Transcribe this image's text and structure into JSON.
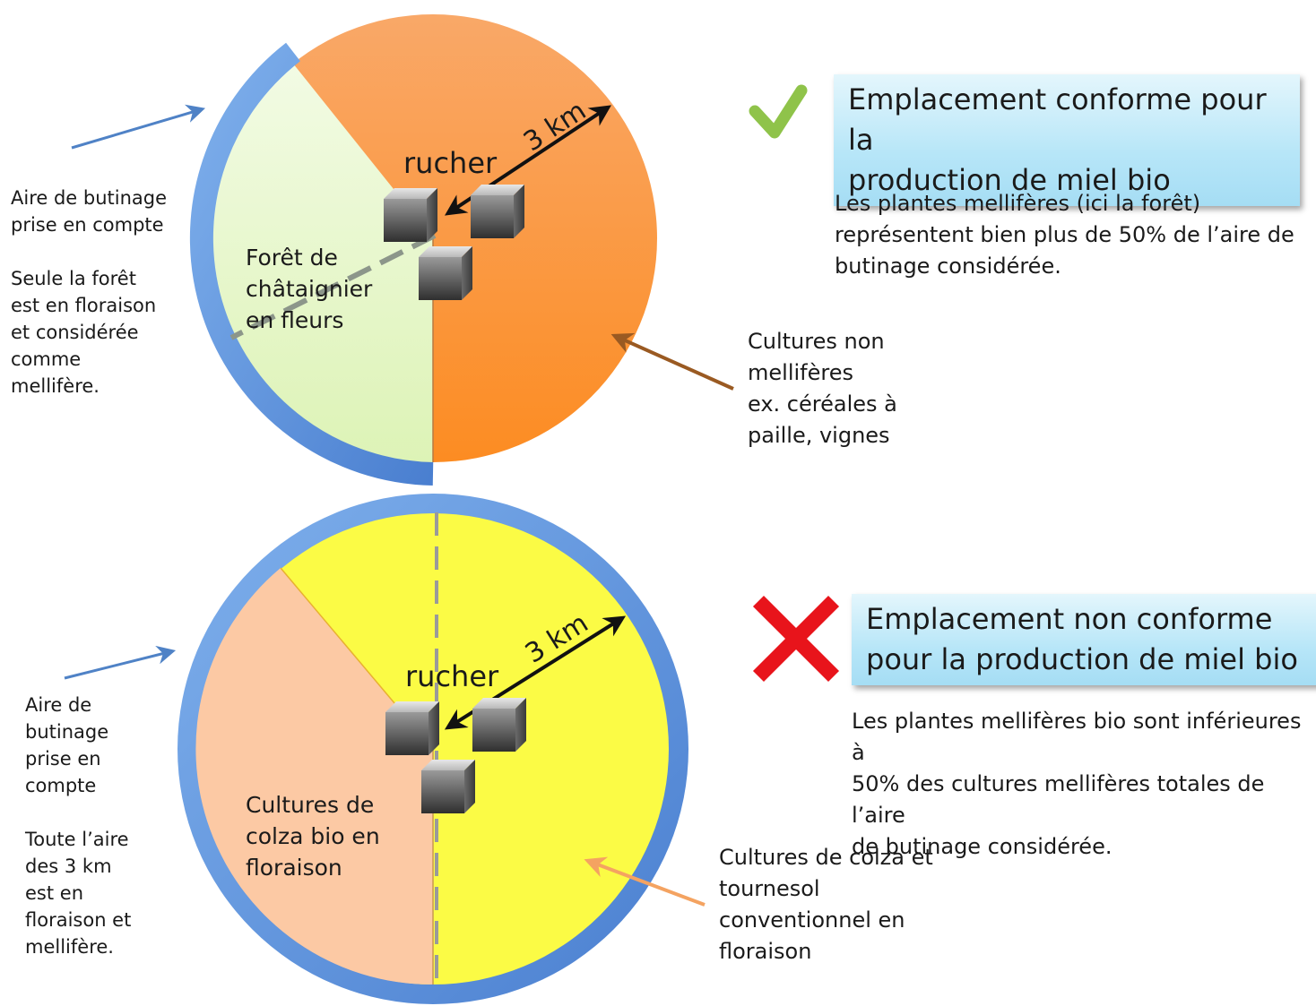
{
  "top": {
    "side_label": [
      "Aire de butinage",
      "prise en compte"
    ],
    "side_note": [
      "Seule la forêt",
      "est en floraison",
      "et considérée",
      "comme",
      "mellifère."
    ],
    "center_label": "rucher",
    "radius_label": "3 km",
    "sector_label": [
      "Forêt de",
      "châtaignier",
      "en fleurs"
    ],
    "outside_label": [
      "Cultures non",
      "mellifères",
      "ex. céréales à",
      "paille, vignes"
    ],
    "verdict_icon": "check-icon",
    "banner": [
      "Emplacement conforme pour la",
      "production de miel bio"
    ],
    "description": [
      "Les plantes mellifères (ici la forêt)",
      "représentent bien plus de 50% de l’aire de",
      "butinage considérée."
    ]
  },
  "bottom": {
    "side_label": [
      "Aire de",
      "butinage",
      "prise en",
      "compte"
    ],
    "side_note": [
      "Toute l’aire",
      "des 3 km",
      "est en",
      "floraison et",
      "mellifère."
    ],
    "center_label": "rucher",
    "radius_label": "3 km",
    "sector_label": [
      "Cultures de",
      "colza bio en",
      "floraison"
    ],
    "outside_label": [
      "Cultures de colza et",
      "tournesol",
      "conventionnel en",
      "floraison"
    ],
    "verdict_icon": "cross-icon",
    "banner": [
      "Emplacement non conforme",
      "pour la production de miel bio"
    ],
    "description": [
      "Les plantes mellifères bio sont inférieures à",
      "50% des cultures mellifères totales de l’aire",
      "de butinage considérée."
    ]
  },
  "colors": {
    "ring": "#6f9ee0",
    "orange": "#fb9843",
    "light_green": "#e8f7cd",
    "yellow": "#fbfb45",
    "peach": "#fcc9a4",
    "check": "#8fc34a",
    "cross": "#e8141b",
    "arrow_blue": "#4f82c6",
    "arrow_brown": "#9a5a22",
    "arrow_orange": "#f4a361"
  }
}
